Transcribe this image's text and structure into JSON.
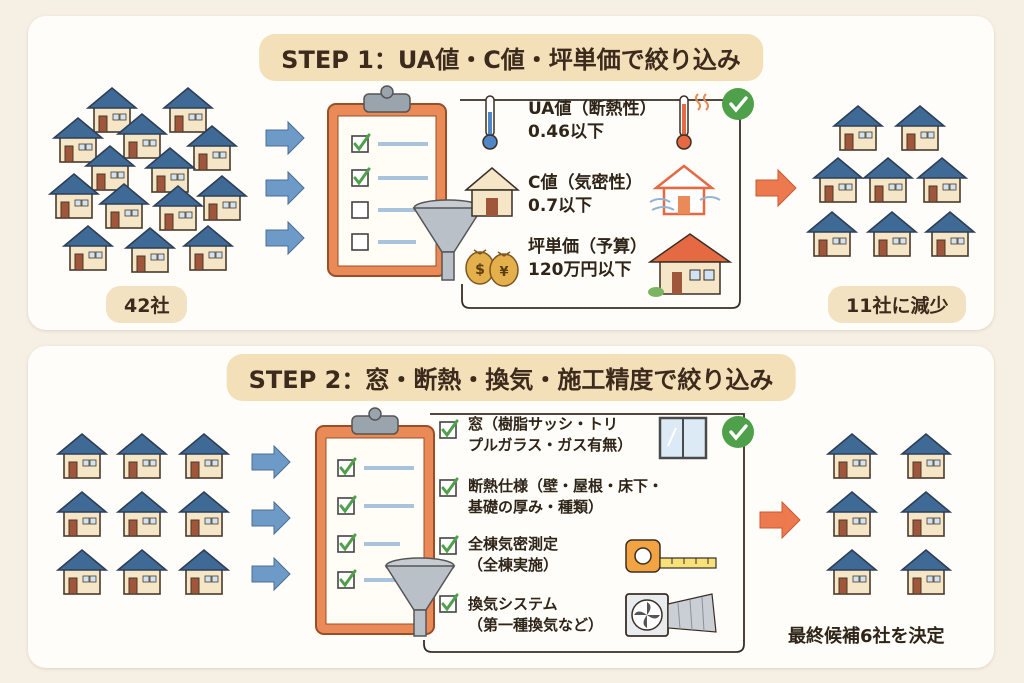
{
  "step1": {
    "title": "STEP 1：UA値・C値・坪単価で絞り込み",
    "start_count": "42社",
    "criteria": [
      {
        "name": "UA値（断熱性）",
        "value": "0.46以下",
        "icon": "thermometer-icon"
      },
      {
        "name": "C値（気密性）",
        "value": "0.7以下",
        "icon": "airtight-house-icon"
      },
      {
        "name": "坪単価（予算）",
        "value": "120万円以下",
        "icon": "money-bag-icon"
      }
    ],
    "result_count": "11社に減少"
  },
  "step2": {
    "title": "STEP 2：窓・断熱・換気・施工精度で絞り込み",
    "criteria": [
      {
        "line1": "窓（樹脂サッシ・トリ",
        "line2": "プルガラス・ガス有無）",
        "icon": "window-icon"
      },
      {
        "line1": "断熱仕様（壁・屋根・床下・",
        "line2": "基礎の厚み・種類）",
        "icon": "insulation-icon"
      },
      {
        "line1": "全棟気密測定",
        "line2": "（全棟実施）",
        "icon": "tape-measure-icon"
      },
      {
        "line1": "換気システム",
        "line2": "（第一種換気など）",
        "icon": "ventilation-fan-icon"
      }
    ],
    "result_text": "最終候補6社を決定"
  },
  "colors": {
    "house_roof": "#3f6a96",
    "house_wall": "#f5e6c8",
    "house_door": "#a0563a",
    "arrow_blue": "#6d9ac6",
    "arrow_orange": "#ec7a4e",
    "clipboard": "#e98a57",
    "check_green": "#4fa04a",
    "panel_bg": "#fffdf9",
    "title_bg": "#f3dfb8"
  }
}
